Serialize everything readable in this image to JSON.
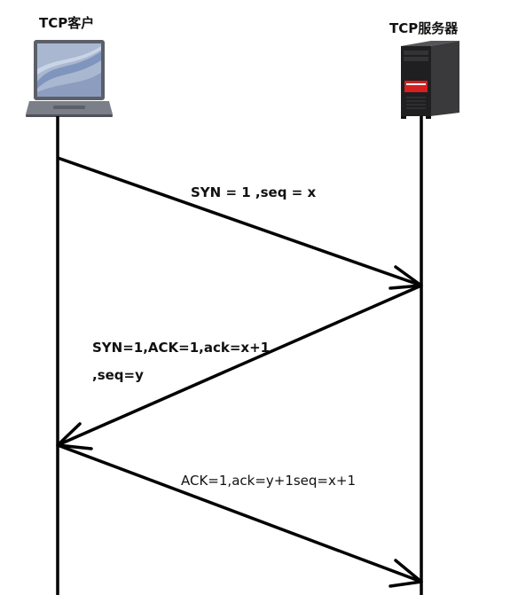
{
  "client": {
    "label": "TCP客户",
    "icon": "laptop-icon"
  },
  "server": {
    "label": "TCP服务器",
    "icon": "server-tower-icon"
  },
  "messages": {
    "syn": "SYN = 1 ,seq = x",
    "synack_line1": "SYN=1,ACK=1,ack=x+1",
    "synack_line2": ",seq=y",
    "ack": "ACK=1,ack=y+1seq=x+1"
  },
  "colors": {
    "line": "#000000",
    "server_accent": "#d42020"
  }
}
